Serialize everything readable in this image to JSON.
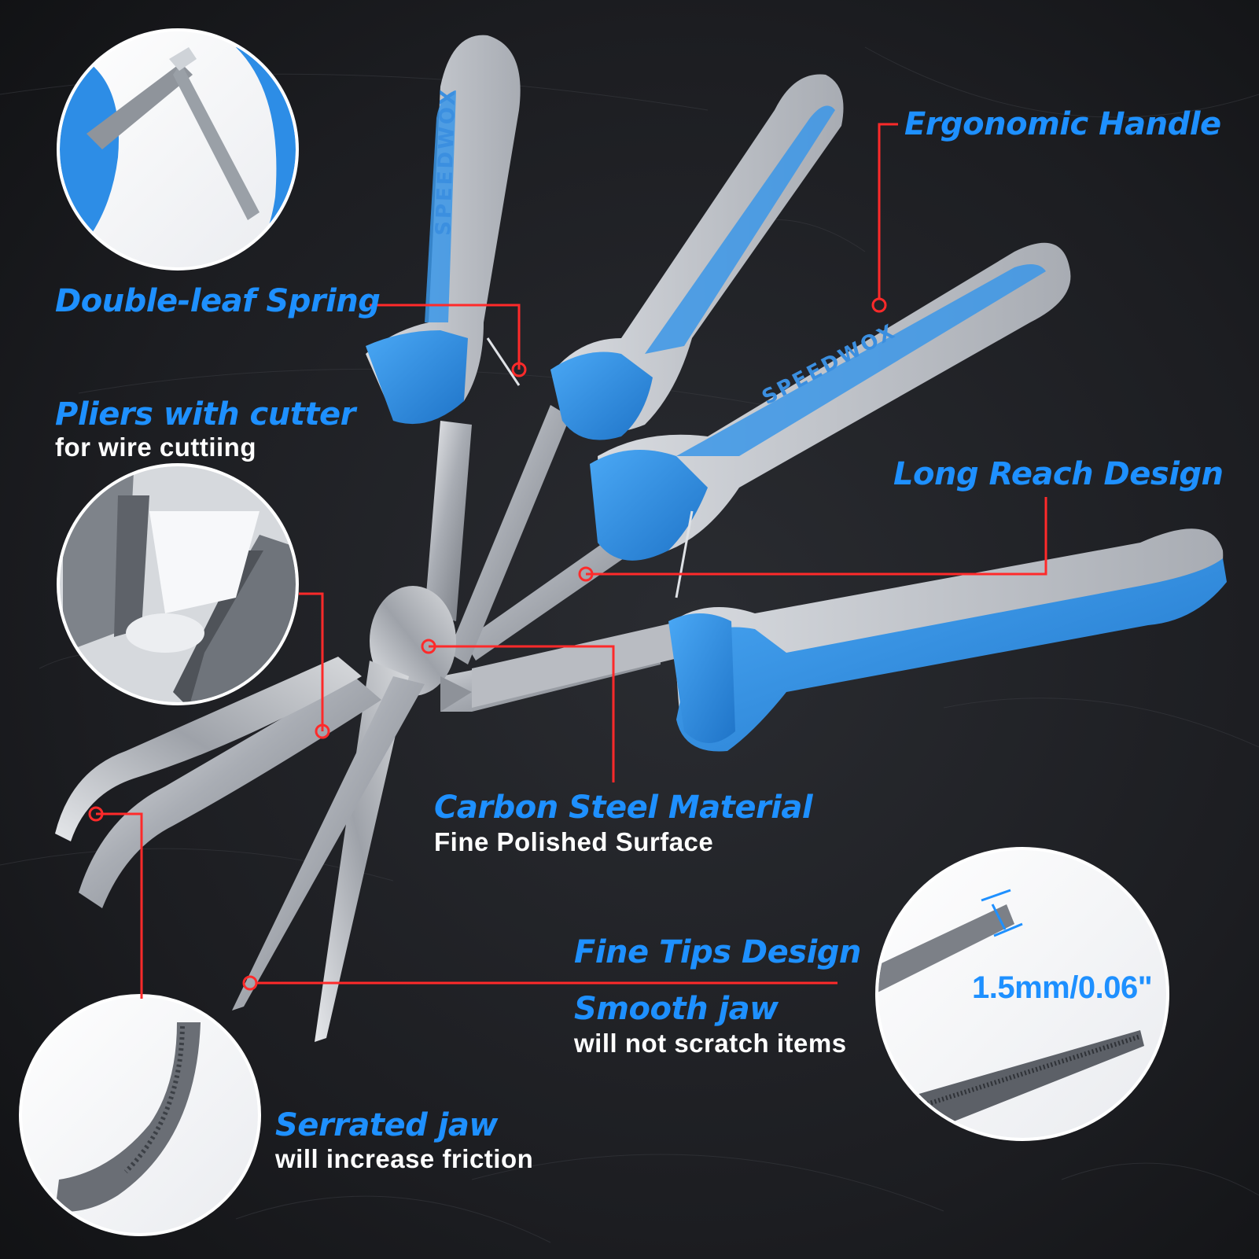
{
  "colors": {
    "accent_blue": "#1e90ff",
    "leader_red": "#ff2a2a",
    "background": "#141518",
    "handle_blue": "#2f8fe0",
    "handle_grey": "#c9ccd1"
  },
  "brand": "SPEEDWOX",
  "callouts": {
    "ergonomic_handle": "Ergonomic Handle",
    "double_leaf_spring": "Double-leaf Spring",
    "pliers_with_cutter": {
      "title": "Pliers with cutter",
      "subtitle": "for wire cuttiing"
    },
    "long_reach_design": "Long Reach Design",
    "carbon_steel_material": {
      "title": "Carbon Steel Material",
      "subtitle": "Fine Polished Surface"
    },
    "fine_tips_design": "Fine Tips Design",
    "smooth_jaw": {
      "title": "Smooth jaw",
      "subtitle": "will not scratch items"
    },
    "serrated_jaw": {
      "title": "Serrated jaw",
      "subtitle": "will increase friction"
    }
  },
  "tip_dimension": "1.5mm/0.06\""
}
